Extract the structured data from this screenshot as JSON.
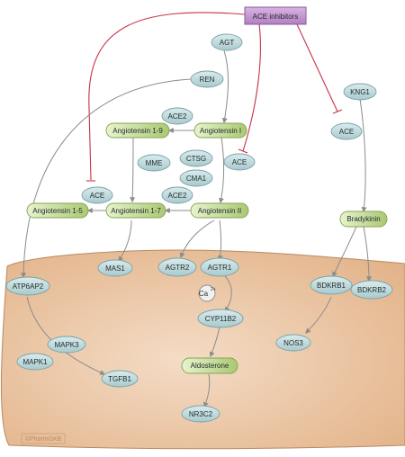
{
  "colors": {
    "inhibitor_red": "#c8324a",
    "arrow_gray": "#8c8c8c",
    "protein_fill": "#bfd9dc",
    "protein_stroke": "#7aa2a8",
    "peptide_fill": "#cfe3a2",
    "peptide_stroke": "#86a44f",
    "drug_fill": "#c79ad3",
    "drug_stroke": "#8a5a9a",
    "cell_fill": "#e9c3a0",
    "cell_stroke": "#b78a63"
  },
  "drug": {
    "label": "ACE inhibitors",
    "icon": "drug-class-box"
  },
  "nodes": {
    "agt": "AGT",
    "ren": "REN",
    "ace2_top": "ACE2",
    "angiotensin_1_9": "Angiotensin 1-9",
    "angiotensin_i": "Angiotensin I",
    "ctsg": "CTSG",
    "mme": "MME",
    "ace_mid": "ACE",
    "cma1": "CMA1",
    "ace_left": "ACE",
    "ace2_mid": "ACE2",
    "angiotensin_1_5": "Angiotensin 1-5",
    "angiotensin_1_7": "Angiotensin 1-7",
    "angiotensin_ii": "Angiotensin II",
    "kng1": "KNG1",
    "ace_right": "ACE",
    "bradykinin": "Bradykinin",
    "mas1": "MAS1",
    "agtr2": "AGTR2",
    "agtr1": "AGTR1",
    "atp6ap2": "ATP6AP2",
    "bdkrb1": "BDKRB1",
    "bdkrb2": "BDKRB2",
    "ca_ion": "Ca",
    "ca_charge": "2+",
    "cyp11b2": "CYP11B2",
    "nos3": "NOS3",
    "mapk3": "MAPK3",
    "mapk1": "MAPK1",
    "tgfb1": "TGFB1",
    "aldosterone": "Aldosterone",
    "nr3c2": "NR3C2"
  },
  "watermark": "©PharmGKB"
}
